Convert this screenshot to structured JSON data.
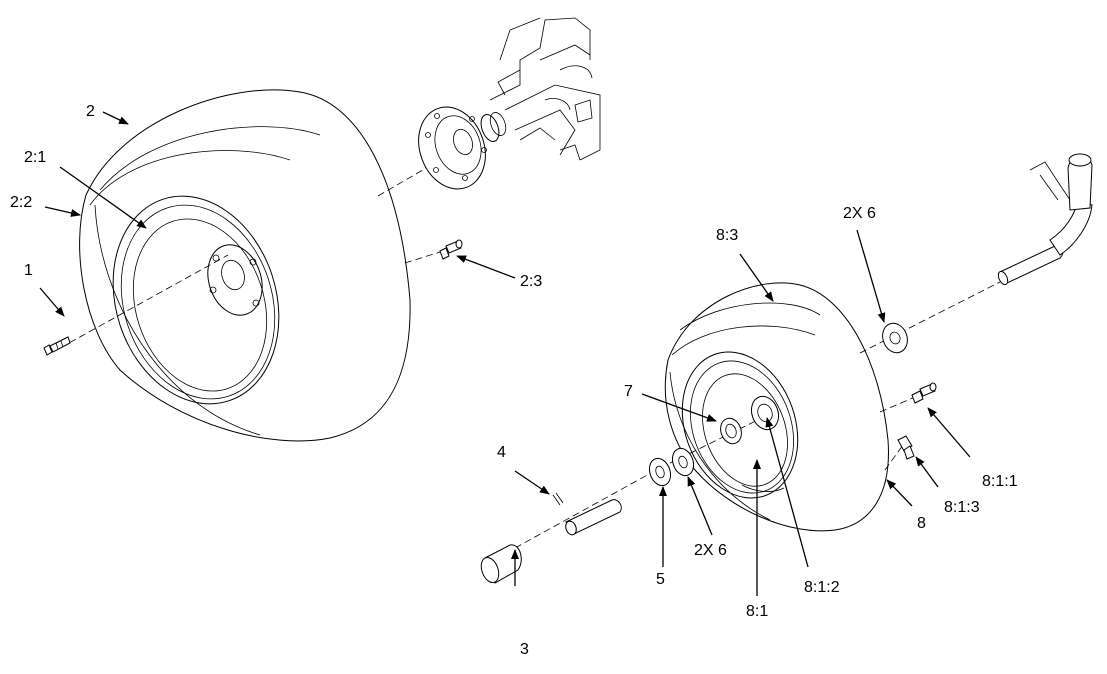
{
  "labels": {
    "l1": "1",
    "l2": "2",
    "l2_1": "2:1",
    "l2_2": "2:2",
    "l2_3": "2:3",
    "l3": "3",
    "l4": "4",
    "l5": "5",
    "l2x6_top": "2X 6",
    "l2x6_bottom": "2X 6",
    "l7": "7",
    "l8": "8",
    "l8_1": "8:1",
    "l8_1_1": "8:1:1",
    "l8_1_2": "8:1:2",
    "l8_1_3": "8:1:3",
    "l8_3": "8:3"
  }
}
